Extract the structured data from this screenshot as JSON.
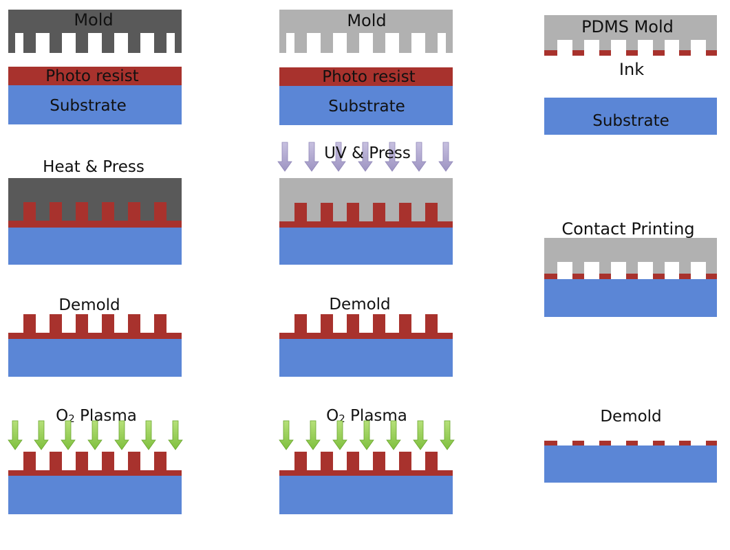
{
  "columns": [
    {
      "key": "thermal",
      "steps": {
        "setup": {
          "mold_label": "Mold",
          "resist_label": "Photo resist",
          "substrate_label": "Substrate"
        },
        "press": {
          "label": "Heat & Press"
        },
        "demold": {
          "label": "Demold"
        },
        "plasma": {
          "label_main": "O",
          "label_sub": "2",
          "label_rest": " Plasma"
        }
      }
    },
    {
      "key": "uv",
      "steps": {
        "setup": {
          "mold_label": "Mold",
          "resist_label": "Photo resist",
          "substrate_label": "Substrate"
        },
        "press": {
          "label": "UV & Press"
        },
        "demold": {
          "label": "Demold"
        },
        "plasma": {
          "label_main": "O",
          "label_sub": "2",
          "label_rest": " Plasma"
        }
      }
    },
    {
      "key": "microcontact",
      "steps": {
        "setup": {
          "mold_label": "PDMS Mold",
          "ink_label": "Ink",
          "substrate_label": "Substrate"
        },
        "contact": {
          "label": "Contact Printing"
        },
        "demold": {
          "label": "Demold"
        }
      }
    }
  ],
  "colors": {
    "mold_dark": "#595959",
    "mold_light": "#b1b1b1",
    "resist": "#a8322d",
    "substrate": "#5b86d6",
    "uv_arrow": "#a89fc8",
    "plasma_arrow": "#92d050"
  }
}
